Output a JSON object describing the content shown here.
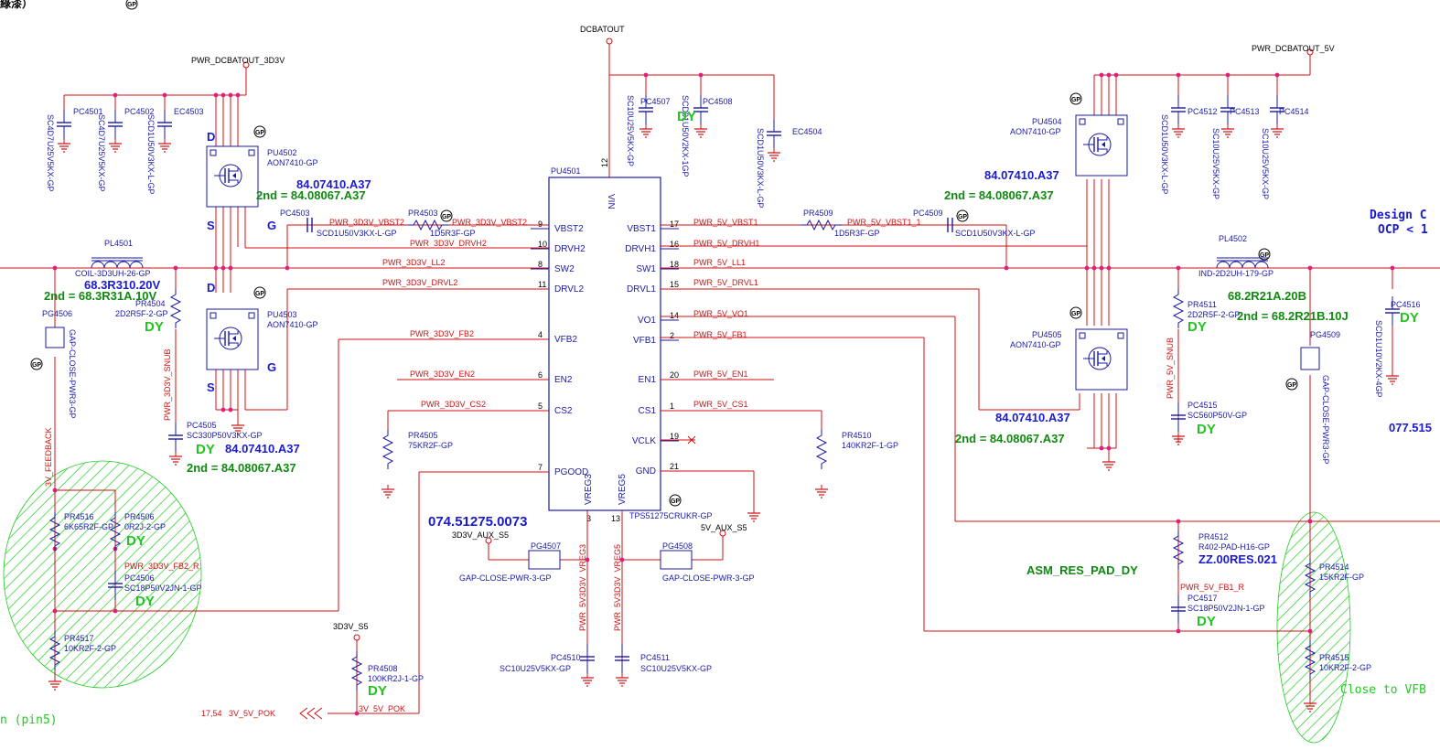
{
  "corner": {
    "title_fragment": "綠漆）",
    "bottom_note": "n (pin5)"
  },
  "colors": {
    "wire_red": "#d01010",
    "wire_blue": "#1a1aa8",
    "text_green": "#0f8a0f",
    "dy_green": "#22c422",
    "hatch_green": "#22cc22",
    "net_label_red": "#d01010"
  },
  "ic": {
    "ref": "PU4501",
    "part": "TPS51275CRUKR-GP",
    "pn": "074.51275.0073",
    "left_pins": [
      {
        "name": "VBST2",
        "num": "9"
      },
      {
        "name": "DRVH2",
        "num": "10"
      },
      {
        "name": "SW2",
        "num": "8"
      },
      {
        "name": "DRVL2",
        "num": "11"
      },
      {
        "name": "VFB2",
        "num": "4"
      },
      {
        "name": "EN2",
        "num": "6"
      },
      {
        "name": "CS2",
        "num": "5"
      },
      {
        "name": "PGOOD",
        "num": "7"
      }
    ],
    "right_pins": [
      {
        "name": "VBST1",
        "num": "17"
      },
      {
        "name": "DRVH1",
        "num": "16"
      },
      {
        "name": "SW1",
        "num": "18"
      },
      {
        "name": "DRVL1",
        "num": "15"
      },
      {
        "name": "VO1",
        "num": "14"
      },
      {
        "name": "VFB1",
        "num": "2"
      },
      {
        "name": "EN1",
        "num": "20"
      },
      {
        "name": "CS1",
        "num": "1"
      },
      {
        "name": "VCLK",
        "num": "19"
      },
      {
        "name": "GND",
        "num": "21"
      }
    ],
    "top_pin": {
      "name": "VIN",
      "num": "12"
    },
    "bottom_pins": [
      {
        "name": "VREG3",
        "num": "3"
      },
      {
        "name": "VREG5",
        "num": "13"
      }
    ]
  },
  "nets": {
    "dcbatout": "DCBATOUT",
    "pwr_3v3": "PWR_DCBATOUT_3D3V",
    "pwr_5v": "PWR_DCBATOUT_5V",
    "vbst2": "PWR_3D3V_VBST2",
    "vbst2b": "PWR_3D3V_VBST2",
    "drvh2": "PWR_3D3V_DRVH2",
    "ll2": "PWR_3D3V_LL2",
    "drvl2": "PWR_3D3V_DRVL2",
    "fb2": "PWR_3D3V_FB2",
    "en2": "PWR_3D3V_EN2",
    "cs2": "PWR_3D3V_CS2",
    "vbst1": "PWR_5V_VBST1",
    "vbst1b": "PWR_5V_VBST1_1",
    "drvh1": "PWR_5V_DRVH1",
    "ll1": "PWR_5V_LL1",
    "drvl1": "PWR_5V_DRVL1",
    "vo1": "PWR_5V_VO1",
    "fb1": "PWR_5V_FB1",
    "en1": "PWR_5V_EN1",
    "cs1": "PWR_5V_CS1",
    "snub3": "PWR_3D3V_SNUB",
    "snub5": "PWR_5V_SNUB",
    "feedback": "3V_FEEDBACK",
    "fb2r": "PWR_3D3V_FB2_R",
    "fb1r": "PWR_5V_FB1_R",
    "vreg3": "PWR_5V3D3V_VREG3",
    "vreg5": "PWR_5V3D3V_VREG5",
    "aux3": "3D3V_AUX_S5",
    "aux5": "5V_AUX_S5",
    "s5": "3D3V_S5",
    "pok": "3V_5V_POK",
    "pok_ref": "17,54",
    "pok_sheet": "3V_5V_POK"
  },
  "caps": {
    "pc4501": {
      "ref": "PC4501",
      "part": "SC4D7U25V5KX-GP"
    },
    "pc4502": {
      "ref": "PC4502",
      "part": "SC4D7U25V5KX-GP"
    },
    "ec4503": {
      "ref": "EC4503",
      "part": "SCD1U50V3KX-L-GP"
    },
    "pc4507": {
      "ref": "PC4507",
      "part": "SC10U25V5KX-GP"
    },
    "pc4508": {
      "ref": "PC4508",
      "part": "SCD01U50V2KX-1GP"
    },
    "ec4504": {
      "ref": "EC4504",
      "part": "SCD1U50V3KX-L-GP"
    },
    "pc4512": {
      "ref": "PC4512",
      "part": "SCD1U50V3KX-L-GP"
    },
    "pc4513": {
      "ref": "PC4513",
      "part": "SC10U25V5KX-GP"
    },
    "pc4514": {
      "ref": "PC4514",
      "part": "SC10U25V5KX-GP"
    },
    "pc4503": {
      "ref": "PC4503",
      "part": "SCD1U50V3KX-L-GP"
    },
    "pc4509": {
      "ref": "PC4509",
      "part": "SCD1U50V3KX-L-GP"
    },
    "pc4505": {
      "ref": "PC4505",
      "part": "SC330P50V3KX-GP"
    },
    "pc4506": {
      "ref": "PC4506",
      "part": "SC18P50V2JN-1-GP"
    },
    "pc4515": {
      "ref": "PC4515",
      "part": "SC560P50V-GP"
    },
    "pc4517": {
      "ref": "PC4517",
      "part": "SC18P50V2JN-1-GP"
    },
    "pc4510": {
      "ref": "PC4510",
      "part": "SC10U25V5KX-GP"
    },
    "pc4511": {
      "ref": "PC4511",
      "part": "SC10U25V5KX-GP"
    },
    "pc4516": {
      "ref": "PC4516",
      "part": "SCD1U10V2KX-4GP"
    }
  },
  "res": {
    "pr4503": {
      "ref": "PR4503",
      "part": "1D5R3F-GP"
    },
    "pr4509": {
      "ref": "PR4509",
      "part": "1D5R3F-GP"
    },
    "pr4504": {
      "ref": "PR4504",
      "part": "2D2R5F-2-GP"
    },
    "pr4511": {
      "ref": "PR4511",
      "part": "2D2R5F-2-GP"
    },
    "pr4505": {
      "ref": "PR4505",
      "part": "75KR2F-GP"
    },
    "pr4510": {
      "ref": "PR4510",
      "part": "140KR2F-1-GP"
    },
    "pr4516": {
      "ref": "PR4516",
      "part": "6K65R2F-GP"
    },
    "pr4506": {
      "ref": "PR4506",
      "part": "0R2J-2-GP"
    },
    "pr4517": {
      "ref": "PR4517",
      "part": "10KR2F-2-GP"
    },
    "pr4508": {
      "ref": "PR4508",
      "part": "100KR2J-1-GP"
    },
    "pr4512": {
      "ref": "PR4512",
      "part": "R402-PAD-H16-GP"
    },
    "pr4514": {
      "ref": "PR4514",
      "part": "15KR2F-GP"
    },
    "pr4515": {
      "ref": "PR4515",
      "part": "10KR2F-2-GP"
    }
  },
  "mosfets": {
    "pu4502": {
      "ref": "PU4502",
      "part": "AON7410-GP"
    },
    "pu4503": {
      "ref": "PU4503",
      "part": "AON7410-GP"
    },
    "pu4504": {
      "ref": "PU4504",
      "part": "AON7410-GP"
    },
    "pu4505": {
      "ref": "PU4505",
      "part": "AON7410-GP"
    }
  },
  "inductors": {
    "pl4501": {
      "ref": "PL4501",
      "part": "COIL-3D3UH-26-GP",
      "pn": "68.3R310.20V",
      "pn2": "2nd = 68.3R31A.10V"
    },
    "pl4502": {
      "ref": "PL4502",
      "part": "IND-2D2UH-179-GP",
      "pn": "68.2R21A.20B",
      "pn2": "2nd = 68.2R21B.10J"
    }
  },
  "gaps": {
    "pg4506": {
      "ref": "PG4506",
      "part": "GAP-CLOSE-PWR3-GP"
    },
    "pg4509": {
      "ref": "PG4509",
      "part": "GAP-CLOSE-PWR3-GP"
    },
    "pg4507": {
      "ref": "PG4507",
      "part": "GAP-CLOSE-PWR-3-GP"
    },
    "pg4508": {
      "ref": "PG4508",
      "part": "GAP-CLOSE-PWR-3-GP"
    }
  },
  "partnums": {
    "pu4502_pn": "84.07410.A37",
    "pu4502_2nd": "2nd = 84.08067.A37",
    "pu4503_pn": "84.07410.A37",
    "pu4503_2nd": "2nd = 84.08067.A37",
    "pu4504_pn": "84.07410.A37",
    "pu4504_2nd": "2nd = 84.08067.A37",
    "pu4505_pn": "84.07410.A37",
    "pu4505_2nd": "2nd = 84.08067.A37",
    "asm": "ASM_RES_PAD_DY",
    "zz": "ZZ.00RES.021",
    "side_pn": "077.515"
  },
  "labels": {
    "dy": "DY",
    "d": "D",
    "s": "S",
    "g": "G",
    "gp": "GP",
    "design": "Design C",
    "ocp": "OCP < 1",
    "close_vfb": "Close to VFB"
  }
}
